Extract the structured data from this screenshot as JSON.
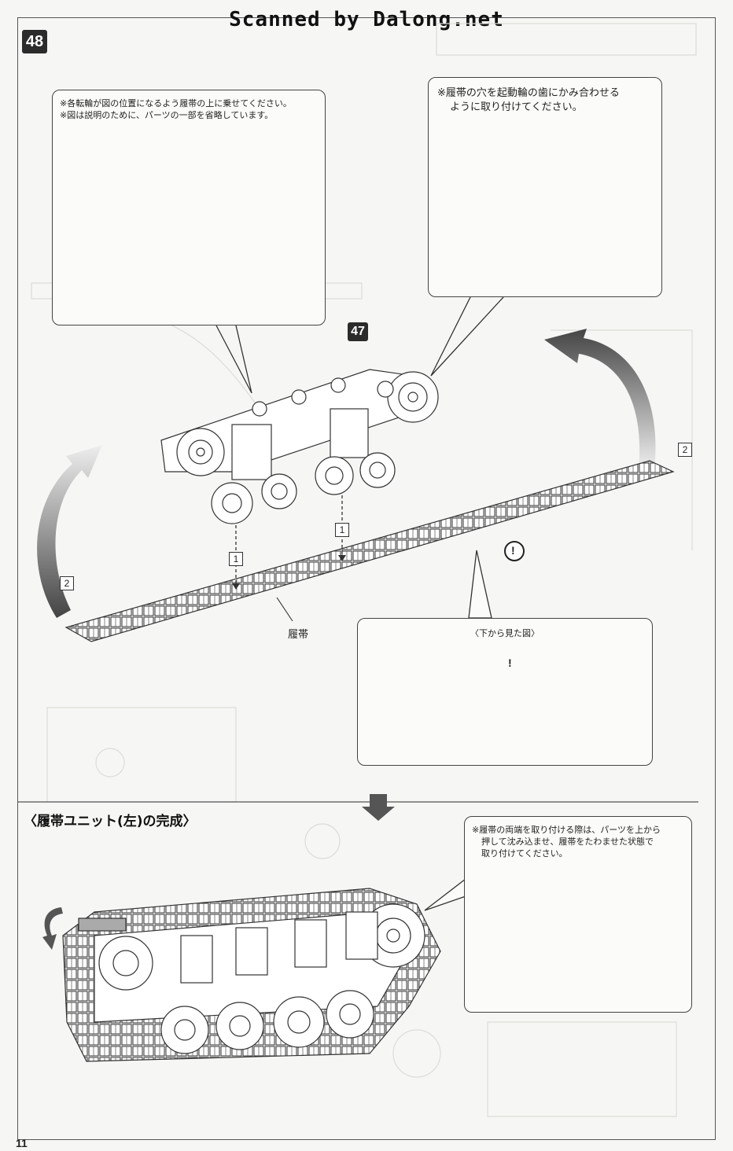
{
  "watermark": "Scanned by Dalong.net",
  "step": {
    "number": "48",
    "sub_step_number": "47"
  },
  "callouts": {
    "wheel_placement": {
      "note_1": "※各転輪が図の位置になるよう履帯の上に乗せてください。",
      "note_2": "※図は説明のために、パーツの一部を省略しています。"
    },
    "sprocket": {
      "note_1": "※履帯の穴を起動輪の歯にかみ合わせる",
      "note_2": "ように取り付けてください。"
    },
    "bottom_view": {
      "title": "〈下から見た図〉"
    },
    "track_ends": {
      "note_1": "※履帯の両端を取り付ける際は、パーツを上から",
      "note_2": "押して沈み込ませ、履帯をたわませた状態で",
      "note_3": "取り付けてください。"
    }
  },
  "labels": {
    "track": "履帯",
    "order_1a": "1",
    "order_1b": "1",
    "order_2a": "2",
    "order_2b": "2",
    "attention": "!"
  },
  "completion_title": "〈履帯ユニット(左)の完成〉",
  "page_number": "11",
  "colors": {
    "ink": "#2b2b2b",
    "paper": "#f6f6f4",
    "ghost": "#d8d8d4",
    "arrow_fill": "#555555"
  }
}
